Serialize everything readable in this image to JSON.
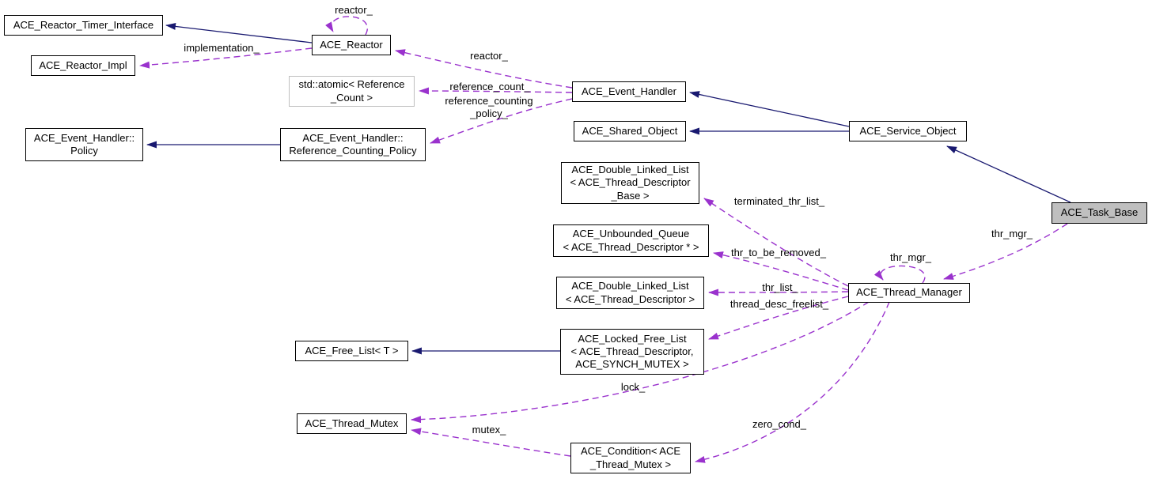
{
  "colors": {
    "inheritance_edge": "#191970",
    "usage_edge": "#9a32cd",
    "node_border": "#000000",
    "node_fill": "#ffffff",
    "focus_node_fill": "#bfbfbf",
    "external_node_border": "#bfbfbf",
    "background": "#ffffff"
  },
  "nodes": [
    {
      "id": "ace-reactor-timer-interface",
      "label": "ACE_Reactor_Timer_Interface"
    },
    {
      "id": "ace-reactor-impl",
      "label": "ACE_Reactor_Impl"
    },
    {
      "id": "ace-reactor",
      "label": "ACE_Reactor"
    },
    {
      "id": "std-atomic-reference-count",
      "label": "std::atomic< Reference\n_Count >"
    },
    {
      "id": "ace-event-handler-policy",
      "label": "ACE_Event_Handler::\nPolicy"
    },
    {
      "id": "ace-event-handler-reference-counting-policy",
      "label": "ACE_Event_Handler::\nReference_Counting_Policy"
    },
    {
      "id": "ace-event-handler",
      "label": "ACE_Event_Handler"
    },
    {
      "id": "ace-shared-object",
      "label": "ACE_Shared_Object"
    },
    {
      "id": "ace-service-object",
      "label": "ACE_Service_Object"
    },
    {
      "id": "ace-task-base",
      "label": "ACE_Task_Base"
    },
    {
      "id": "ace-double-linked-list-thread-descriptor-base",
      "label": "ACE_Double_Linked_List\n< ACE_Thread_Descriptor\n_Base >"
    },
    {
      "id": "ace-unbounded-queue-thread-descriptor",
      "label": "ACE_Unbounded_Queue\n< ACE_Thread_Descriptor * >"
    },
    {
      "id": "ace-double-linked-list-thread-descriptor",
      "label": "ACE_Double_Linked_List\n< ACE_Thread_Descriptor >"
    },
    {
      "id": "ace-locked-free-list",
      "label": "ACE_Locked_Free_List\n< ACE_Thread_Descriptor,\nACE_SYNCH_MUTEX >"
    },
    {
      "id": "ace-free-list-t",
      "label": "ACE_Free_List< T >"
    },
    {
      "id": "ace-thread-mutex",
      "label": "ACE_Thread_Mutex"
    },
    {
      "id": "ace-condition-thread-mutex",
      "label": "ACE_Condition< ACE\n_Thread_Mutex >"
    },
    {
      "id": "ace-thread-manager",
      "label": "ACE_Thread_Manager"
    }
  ],
  "edge_labels": [
    {
      "id": "reactor-self-loop",
      "text": "reactor_"
    },
    {
      "id": "implementation",
      "text": "implementation_"
    },
    {
      "id": "reactor",
      "text": "reactor_"
    },
    {
      "id": "reference-count",
      "text": "reference_count_"
    },
    {
      "id": "reference-counting-policy",
      "text": "reference_counting\n_policy_"
    },
    {
      "id": "terminated-thr-list",
      "text": "terminated_thr_list_"
    },
    {
      "id": "thr-to-be-removed",
      "text": "thr_to_be_removed_"
    },
    {
      "id": "thr-mgr-self-loop",
      "text": "thr_mgr_"
    },
    {
      "id": "thr-mgr",
      "text": "thr_mgr_"
    },
    {
      "id": "thr-list",
      "text": "thr_list_"
    },
    {
      "id": "thread-desc-freelist",
      "text": "thread_desc_freelist_"
    },
    {
      "id": "lock",
      "text": "lock_"
    },
    {
      "id": "mutex",
      "text": "mutex_"
    },
    {
      "id": "zero-cond",
      "text": "zero_cond_"
    }
  ]
}
